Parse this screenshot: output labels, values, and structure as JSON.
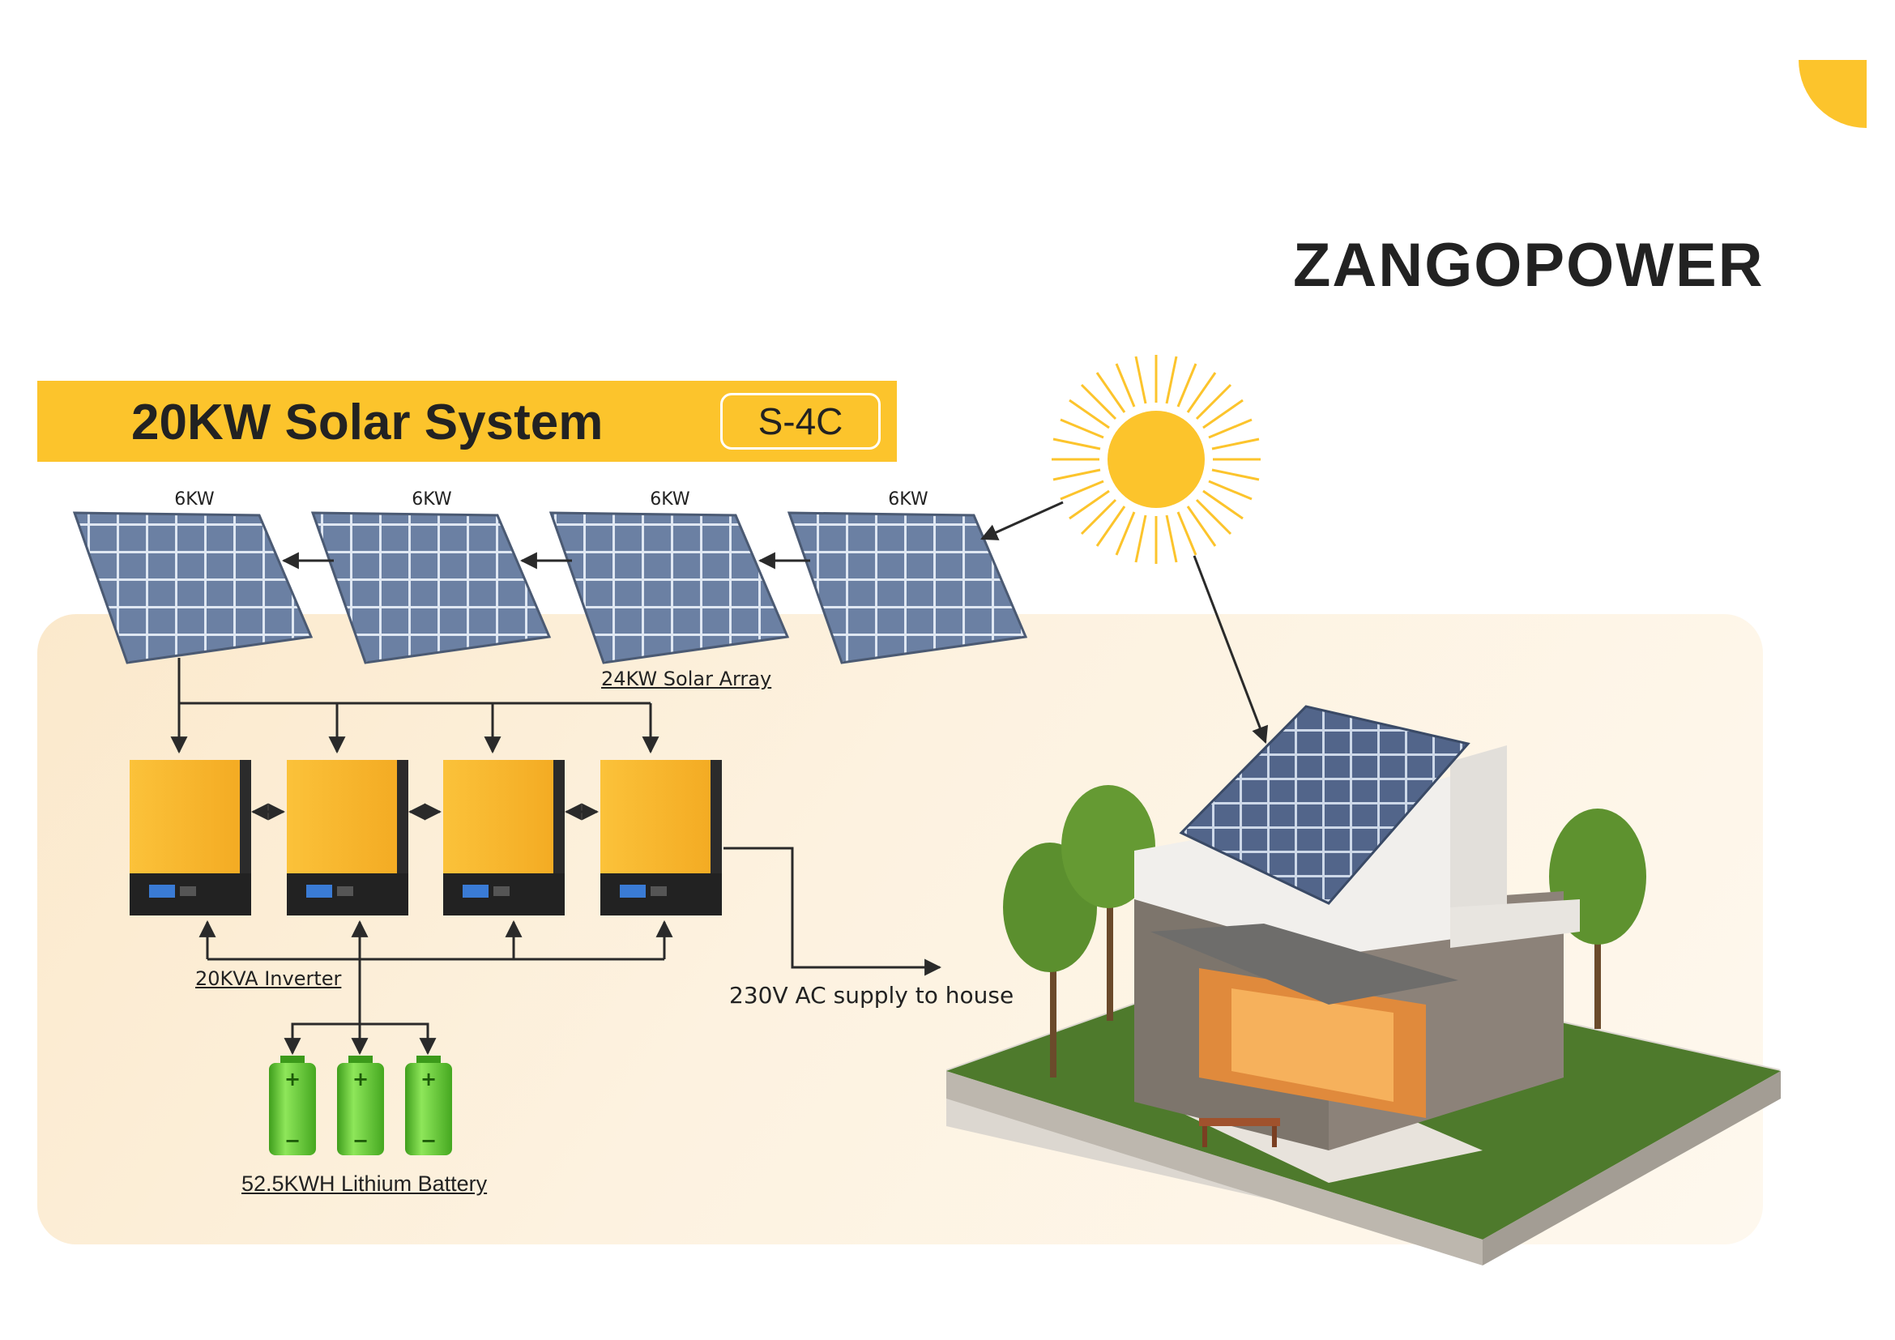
{
  "brand": {
    "logo": "ZANGOPOWER"
  },
  "header": {
    "title": "20KW Solar System",
    "model": "S-4C"
  },
  "panels": [
    {
      "label": "6KW"
    },
    {
      "label": "6KW"
    },
    {
      "label": "6KW"
    },
    {
      "label": "6KW"
    }
  ],
  "labels": {
    "array": "24KW Solar Array",
    "inverter": "20KVA Inverter",
    "battery": "52.5KWH Lithium Battery",
    "supply": "230V AC supply to house"
  },
  "battery_symbols": {
    "plus": "+",
    "minus": "−"
  },
  "colors": {
    "accent": "#fcc42c",
    "inverter": "#f8b62c",
    "battery": "#56c42a",
    "panel": "#6a7fa0"
  },
  "icons": [
    "sun-icon",
    "solar-panel-icon",
    "inverter-icon",
    "battery-icon",
    "house-illustration"
  ]
}
